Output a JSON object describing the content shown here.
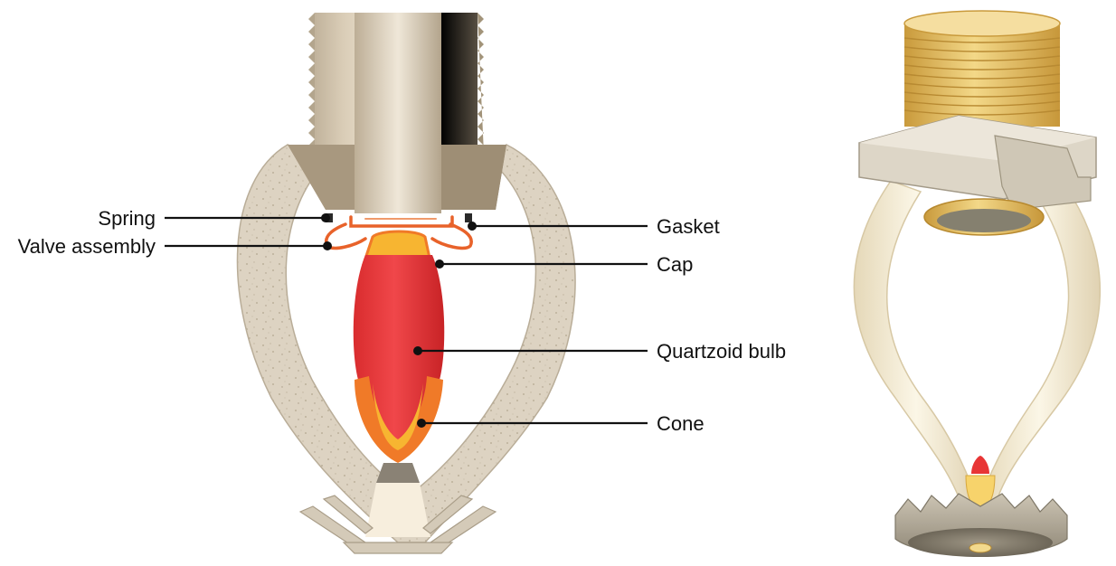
{
  "diagram": {
    "labels": {
      "spring": "Spring",
      "valve_assembly": "Valve assembly",
      "gasket": "Gasket",
      "cap": "Cap",
      "quartzoid_bulb": "Quartzoid bulb",
      "cone": "Cone"
    }
  },
  "colors": {
    "frame": "#dcd2c2",
    "pipe": "#cdbfa8",
    "bulb": "#e8393a",
    "cap_orange": "#f07a28",
    "cone_yellow": "#f7b531",
    "brass": "#e2bd63",
    "cream_frame": "#f3ead3"
  }
}
